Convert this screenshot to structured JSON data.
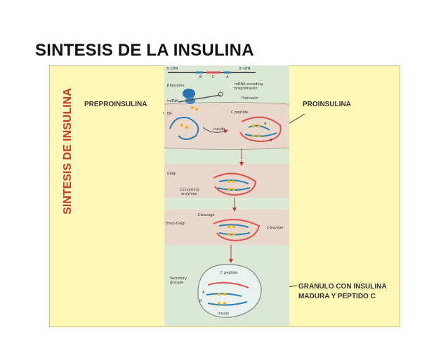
{
  "slide": {
    "title": "SINTESIS DE LA INSULINA",
    "vertical_label": "SINTESIS DE INSULINA"
  },
  "labels": {
    "preproinsulina": "PREPROINSULINA",
    "proinsulina": "PROINSULINA",
    "granulo_line1": "GRANULO CON INSULINA",
    "granulo_line2": "MADURA Y PEPTIDO C"
  },
  "figure": {
    "five_utr": "5'-UTR",
    "three_utr": "3'-UTR",
    "segment_b": "B",
    "segment_c": "C",
    "segment_a": "A",
    "ribosome": "Ribosome",
    "mrna_encoding_line1": "mRNA encoding",
    "mrna_encoding_line2": "preproinsulin",
    "mrna": "mRNA",
    "proinsulin": "Proinsulin",
    "er": "ER",
    "c_peptide": "C peptide",
    "insulin": "Insulin",
    "chain_a": "A",
    "chain_b": "B",
    "golgi": "Golgi",
    "converting_line1": "Converting",
    "converting_line2": "enzymes",
    "cleavage": "Cleavage",
    "trans_golgi": "trans-Golgi",
    "c_peptide_granule": "C peptide",
    "secretory_line1": "Secretory",
    "secretory_line2": "granule",
    "granule_a": "A",
    "granule_b": "B",
    "granule_insulin": "Insulin"
  },
  "colors": {
    "title": "#111111",
    "vertical_label": "#c0392b",
    "panel_background": "#fdf8b8",
    "figure_background": "#dbe8d6",
    "membrane": "#e7d4c9",
    "chain_red": "#d9534f",
    "chain_blue": "#2f7fb5",
    "dot_yellow": "#f0b400",
    "ribosome_blue": "#2a6fb0"
  }
}
